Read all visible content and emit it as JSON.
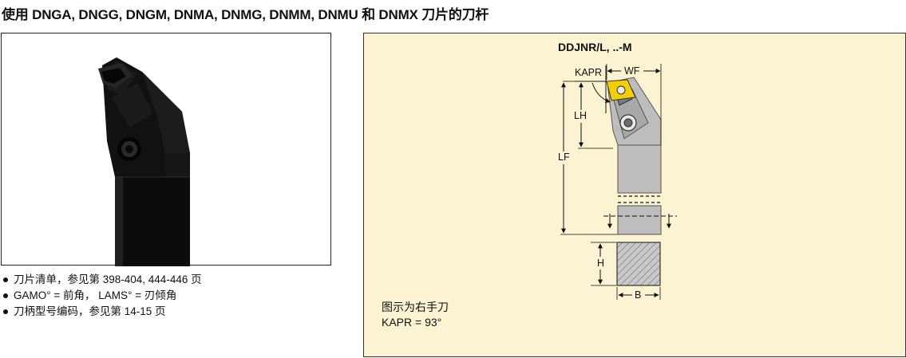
{
  "title": "使用 DNGA, DNGG, DNGM, DNMA, DNMG, DNMM, DNMU 和 DNMX 刀片的刀杆",
  "notes": [
    "刀片清单，参见第 398-404, 444-446 页",
    "GAMO° = 前角， LAMS° = 刃倾角",
    "刀柄型号编码，参见第 14-15 页"
  ],
  "drawing": {
    "title": "DDJNR/L, ..-M",
    "labels": {
      "kapr": "KAPR",
      "wf": "WF",
      "lh": "LH",
      "lf": "LF",
      "h": "H",
      "b": "B"
    },
    "caption_line1": "图示为右手刀",
    "caption_line2": "KAPR = 93°"
  },
  "colors": {
    "drawing_bg": "#fbf3d2",
    "insert_yellow": "#f2d000",
    "tool_black": "#0e0e0e"
  }
}
